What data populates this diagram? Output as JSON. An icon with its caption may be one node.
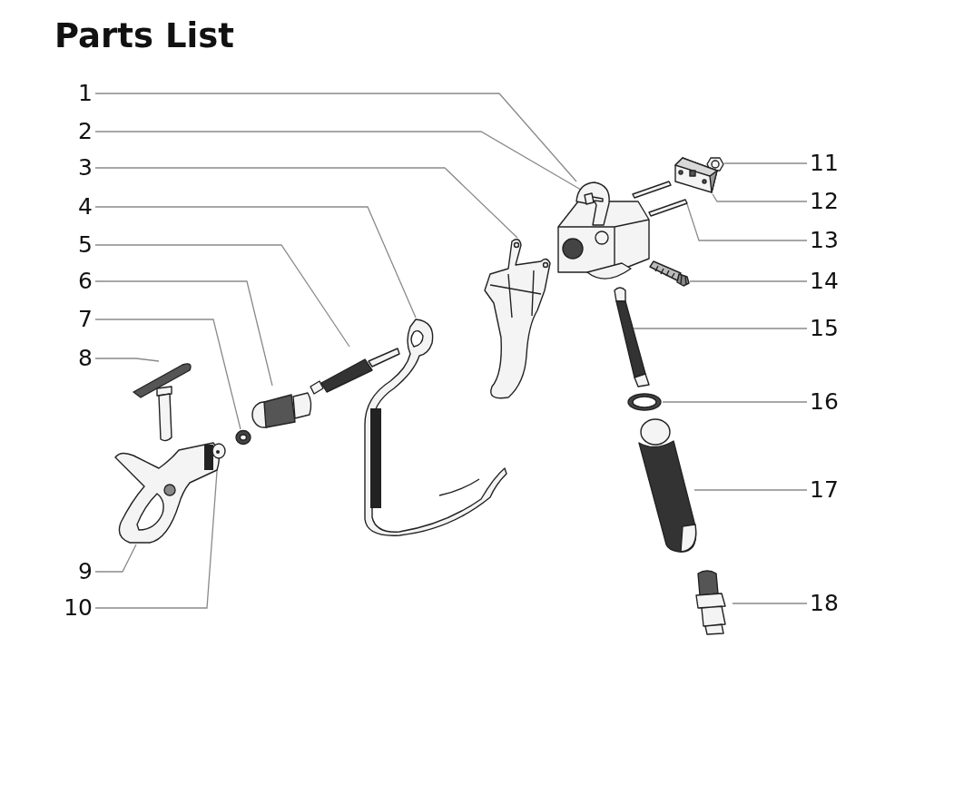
{
  "diagram": {
    "title": "Parts List",
    "nodes": [
      {
        "text": [
          "1"
        ]
      },
      {
        "text": [
          "2"
        ]
      },
      {
        "text": [
          "3"
        ]
      },
      {
        "text": [
          "4"
        ]
      },
      {
        "text": [
          "5"
        ]
      },
      {
        "text": [
          "6"
        ]
      },
      {
        "text": [
          "7"
        ]
      },
      {
        "text": [
          "8"
        ]
      },
      {
        "text": [
          "9"
        ]
      },
      {
        "text": [
          "10"
        ]
      },
      {
        "text": [
          "11"
        ]
      },
      {
        "text": [
          "12"
        ]
      },
      {
        "text": [
          "13"
        ]
      },
      {
        "text": [
          "14"
        ]
      },
      {
        "text": [
          "15"
        ]
      },
      {
        "text": [
          "16"
        ]
      },
      {
        "text": [
          "17"
        ]
      },
      {
        "text": [
          "18"
        ]
      },
      {
        "text": [],
        "shape": "picture"
      },
      {
        "text": [],
        "shape": "picture"
      },
      {
        "text": [],
        "shape": "picture"
      },
      {
        "text": [],
        "shape": "picture"
      },
      {
        "text": [],
        "shape": "picture"
      },
      {
        "text": [],
        "shape": "picture"
      },
      {
        "text": [],
        "shape": "picture"
      },
      {
        "text": [],
        "shape": "picture"
      },
      {
        "text": [],
        "shape": "picture"
      },
      {
        "text": [],
        "shape": "picture"
      },
      {
        "text": [],
        "shape": "picture"
      },
      {
        "text": [],
        "shape": "picture"
      },
      {
        "text": [],
        "shape": "picture"
      },
      {
        "text": [],
        "shape": "picture"
      },
      {
        "text": [],
        "shape": "picture"
      },
      {
        "text": [],
        "shape": "picture"
      },
      {
        "text": [],
        "shape": "picture"
      },
      {
        "text": [],
        "shape": "picture"
      }
    ],
    "edges": [
      {
        "from": 0,
        "to": 18,
        "arrow": "none"
      },
      {
        "from": 1,
        "to": 19,
        "arrow": "none"
      },
      {
        "from": 2,
        "to": 20,
        "arrow": "none"
      },
      {
        "from": 3,
        "to": 21,
        "arrow": "none"
      },
      {
        "from": 4,
        "to": 22,
        "arrow": "none"
      },
      {
        "from": 5,
        "to": 23,
        "arrow": "none"
      },
      {
        "from": 6,
        "to": 24,
        "arrow": "none"
      },
      {
        "from": 7,
        "to": 25,
        "arrow": "none"
      },
      {
        "from": 8,
        "to": 26,
        "arrow": "none"
      },
      {
        "from": 9,
        "to": 27,
        "arrow": "none"
      },
      {
        "from": 10,
        "to": 28,
        "arrow": "none"
      },
      {
        "from": 11,
        "to": 29,
        "arrow": "none"
      },
      {
        "from": 12,
        "to": 30,
        "arrow": "none"
      },
      {
        "from": 13,
        "to": 31,
        "arrow": "none"
      },
      {
        "from": 14,
        "to": 32,
        "arrow": "none"
      },
      {
        "from": 15,
        "to": 33,
        "arrow": "none"
      },
      {
        "from": 16,
        "to": 34,
        "arrow": "none"
      },
      {
        "from": 17,
        "to": 35,
        "arrow": "none"
      }
    ]
  }
}
